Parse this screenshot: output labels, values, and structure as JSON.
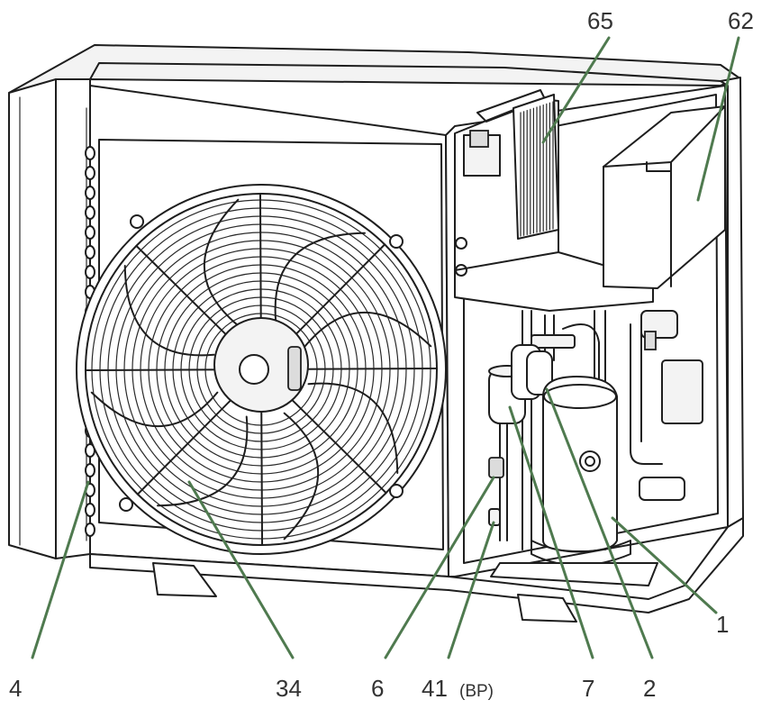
{
  "diagram": {
    "callouts": [
      {
        "id": "4",
        "label": "4",
        "suffix": ""
      },
      {
        "id": "34",
        "label": "34",
        "suffix": ""
      },
      {
        "id": "6",
        "label": "6",
        "suffix": ""
      },
      {
        "id": "41",
        "label": "41",
        "suffix": "(BP)"
      },
      {
        "id": "7",
        "label": "7",
        "suffix": ""
      },
      {
        "id": "2",
        "label": "2",
        "suffix": ""
      },
      {
        "id": "1",
        "label": "1",
        "suffix": ""
      },
      {
        "id": "65",
        "label": "65",
        "suffix": ""
      },
      {
        "id": "62",
        "label": "62",
        "suffix": ""
      }
    ],
    "colors": {
      "leader_line": "#4f7a4f",
      "label_text": "#333333",
      "line_art": "#1e1e1e"
    }
  }
}
